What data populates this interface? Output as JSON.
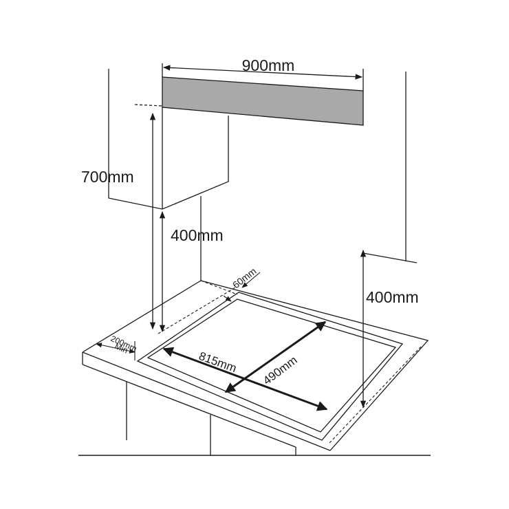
{
  "diagram": {
    "labels": {
      "width_top": "900mm",
      "height_700": "700mm",
      "height_400_left": "400mm",
      "height_400_right": "400mm",
      "gap_60": "60mm",
      "side_200_line1": "200mm",
      "side_200_line2": "Min",
      "cutout_815": "815mm",
      "cutout_490": "490mm"
    },
    "colors": {
      "line": "#1a1a1a",
      "hood": "#a9a9a9"
    }
  }
}
